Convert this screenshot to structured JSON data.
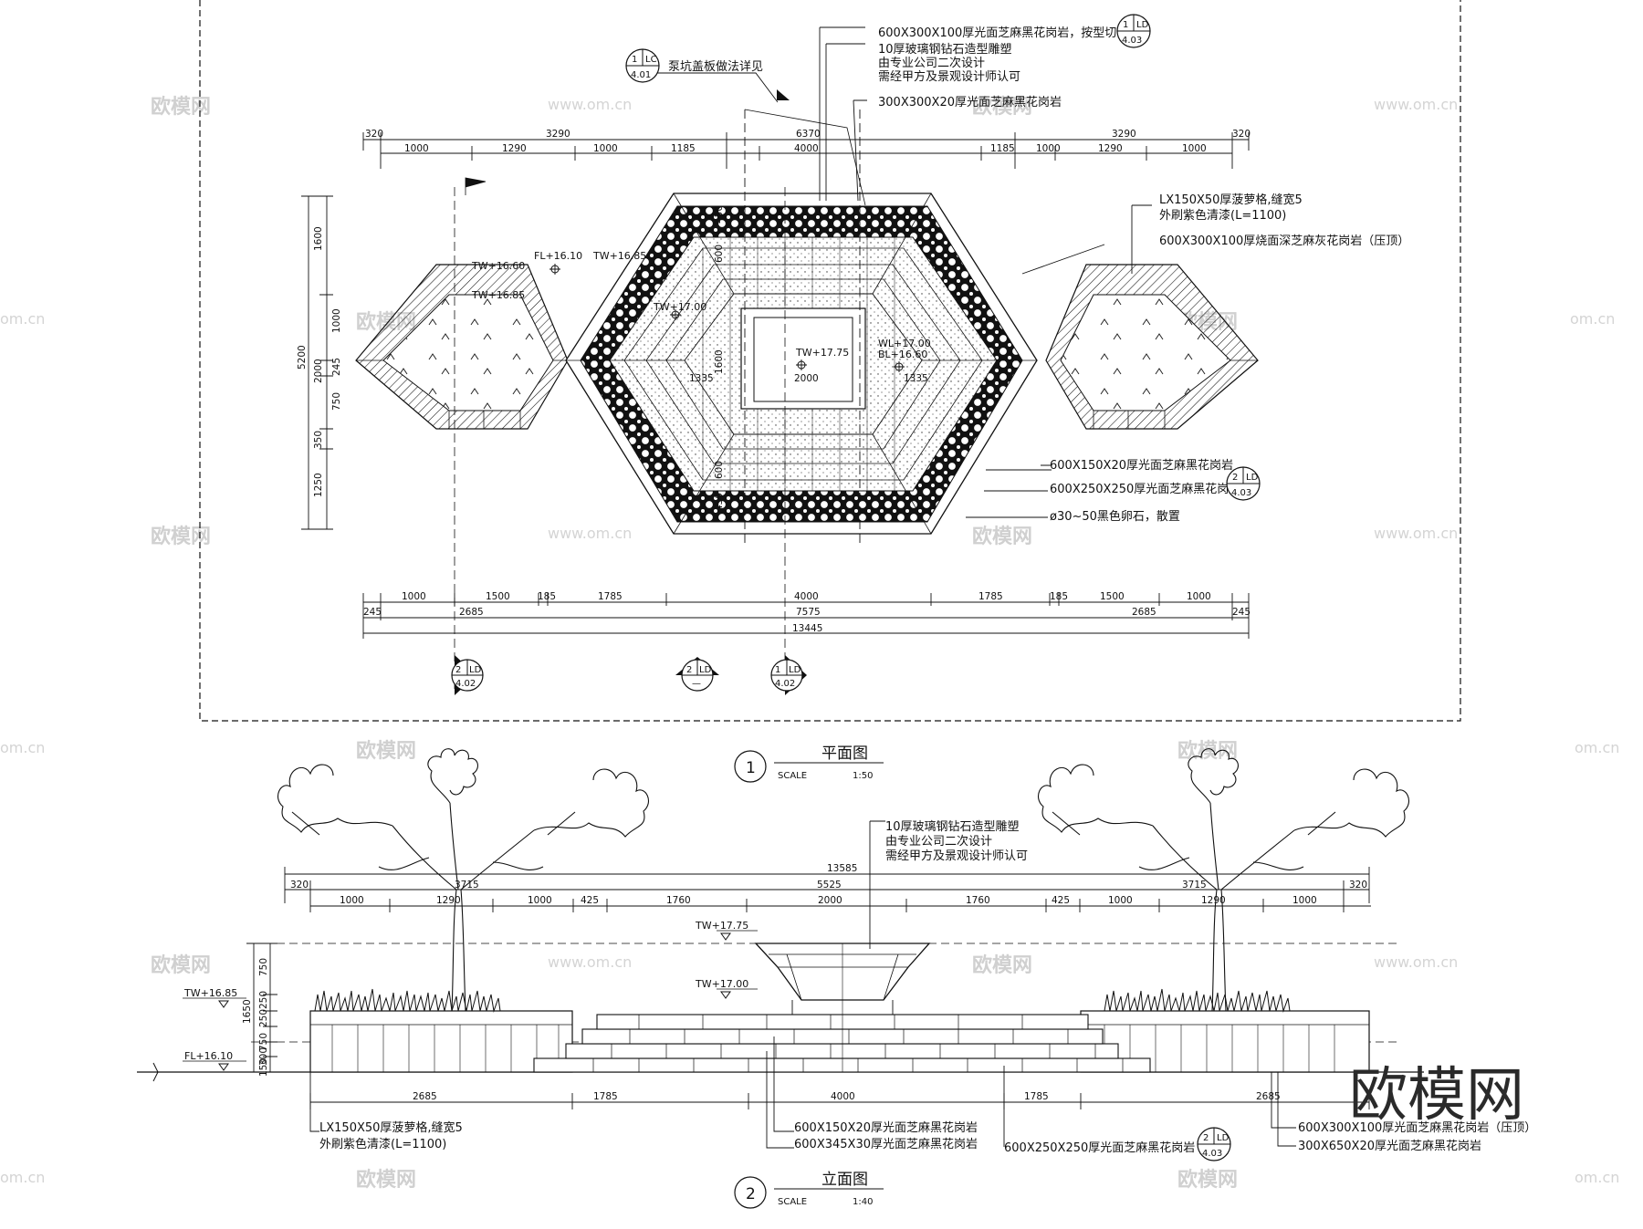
{
  "watermark": {
    "brand": "欧模网",
    "site": "www.om.cn",
    "site_short": "om.cn"
  },
  "plan": {
    "title_no": "1",
    "title": "平面图",
    "scale_label": "SCALE",
    "scale": "1:50",
    "top_dims_row1": [
      "320",
      "3290",
      "6370",
      "3290",
      "320"
    ],
    "top_dims_row2": [
      "1000",
      "1290",
      "1000",
      "1185",
      "4000",
      "1185",
      "1000",
      "1290",
      "1000"
    ],
    "bottom_dims_row1": [
      "1000",
      "1500",
      "185",
      "1785",
      "4000",
      "1785",
      "185",
      "1500",
      "1000"
    ],
    "bottom_dims_row2": [
      "245",
      "2685",
      "7575",
      "2685",
      "245"
    ],
    "bottom_total": "13445",
    "left_dims": [
      "1600",
      "1000",
      "2000",
      "245",
      "750",
      "350",
      "1250"
    ],
    "left_total": "5200",
    "inner_dims": [
      "1335",
      "1600",
      "2000",
      "1335",
      "600",
      "600",
      "450",
      "450"
    ],
    "levels": {
      "tw1": "TW+16.60",
      "tw2": "TW+16.85",
      "fl": "FL+16.10",
      "tw3": "TW+16.85",
      "tw4": "TW+17.00",
      "tw5": "TW+17.75",
      "wl": "WL+17.00",
      "bl": "BL+16.60"
    },
    "notes": {
      "n1": "600X300X100厚光面芝麻黑花岗岩，按型切割",
      "n2": "10厚玻璃钢钻石造型雕塑",
      "n3": "由专业公司二次设计",
      "n4": "需经甲方及景观设计师认可",
      "n5": "300X300X20厚光面芝麻黑花岗岩",
      "n6": "泵坑盖板做法详见",
      "n7": "LX150X50厚菠萝格,缝宽5",
      "n8": "外刷紫色清漆(L=1100)",
      "n9": "600X300X100厚烧面深芝麻灰花岗岩（压顶）",
      "n10": "600X150X20厚光面芝麻黑花岗岩",
      "n11": "600X250X250厚光面芝麻黑花岗岩",
      "n12": "ø30~50黑色卵石，散置"
    },
    "callouts": [
      {
        "num": "1",
        "sheet": "LC",
        "page": "4.01"
      },
      {
        "num": "1",
        "sheet": "LD",
        "page": "4.03"
      },
      {
        "num": "2",
        "sheet": "LD",
        "page": "4.03"
      },
      {
        "num": "2",
        "sheet": "LD",
        "page": "4.02"
      },
      {
        "num": "2",
        "sheet": "LD",
        "page": "—"
      },
      {
        "num": "1",
        "sheet": "LD",
        "page": "4.02"
      }
    ]
  },
  "elevation": {
    "title_no": "2",
    "title": "立面图",
    "scale_label": "SCALE",
    "scale": "1:40",
    "top_total": "13585",
    "top_row1": [
      "320",
      "3715",
      "5525",
      "3715",
      "320"
    ],
    "top_row2": [
      "1000",
      "1290",
      "1000",
      "425",
      "1760",
      "2000",
      "1760",
      "425",
      "1000",
      "1290",
      "1000"
    ],
    "bottom_row": [
      "2685",
      "1785",
      "4000",
      "1785",
      "2685"
    ],
    "left_dims": [
      "750",
      "1650",
      "250",
      "750",
      "250",
      "300",
      "150"
    ],
    "levels": {
      "tw1": "TW+17.75",
      "tw2": "TW+17.00",
      "tw3": "TW+16.85",
      "fl": "FL+16.10"
    },
    "notes": {
      "n1": "10厚玻璃钢钻石造型雕塑",
      "n2": "由专业公司二次设计",
      "n3": "需经甲方及景观设计师认可",
      "n4": "LX150X50厚菠萝格,缝宽5",
      "n5": "外刷紫色清漆(L=1100)",
      "n6": "600X150X20厚光面芝麻黑花岗岩",
      "n7": "600X345X30厚光面芝麻黑花岗岩",
      "n8": "600X250X250厚光面芝麻黑花岗岩",
      "n9": "600X300X100厚光面芝麻黑花岗岩（压顶）",
      "n10": "300X650X20厚光面芝麻黑花岗岩"
    },
    "callout": {
      "num": "2",
      "sheet": "LD",
      "page": "4.03"
    }
  }
}
